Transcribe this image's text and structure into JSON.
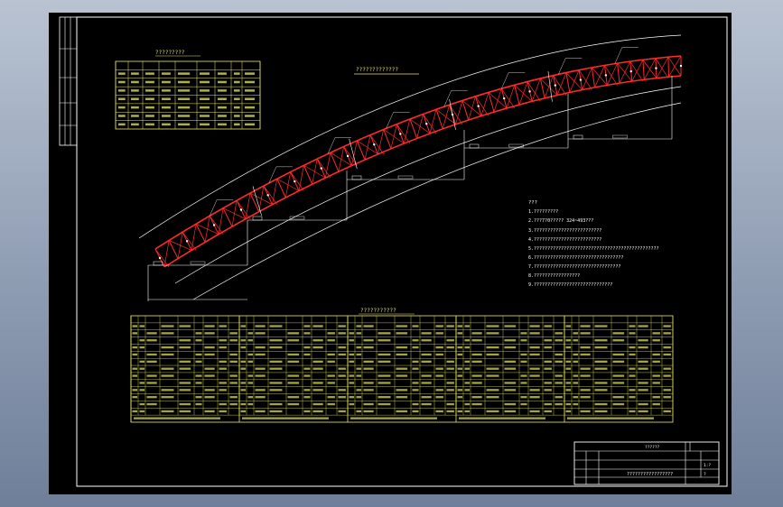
{
  "drawing": {
    "elevation_title": "?????????????",
    "small_table_title": "?????????",
    "notes_title": "???",
    "notes": [
      "1.?????????",
      "2.???7?0????? 324~493???",
      "3.?????????????????????????",
      "4.?????????????????????????",
      "5.??????????????????????????????????????????????",
      "6.?????????????????????????????????",
      "7.????????????????????????????????",
      "8.?????????????????",
      "9.?????????????????????????????"
    ],
    "big_table_title": "???????????",
    "title_block": {
      "drawing_name": "?????????????????",
      "project": "??????",
      "scale": "1:?",
      "sheet": "?"
    }
  },
  "colors": {
    "truss": "#ff2a2a",
    "lines": "#ffffff",
    "tables": "#eaea60",
    "background": "#000000"
  }
}
